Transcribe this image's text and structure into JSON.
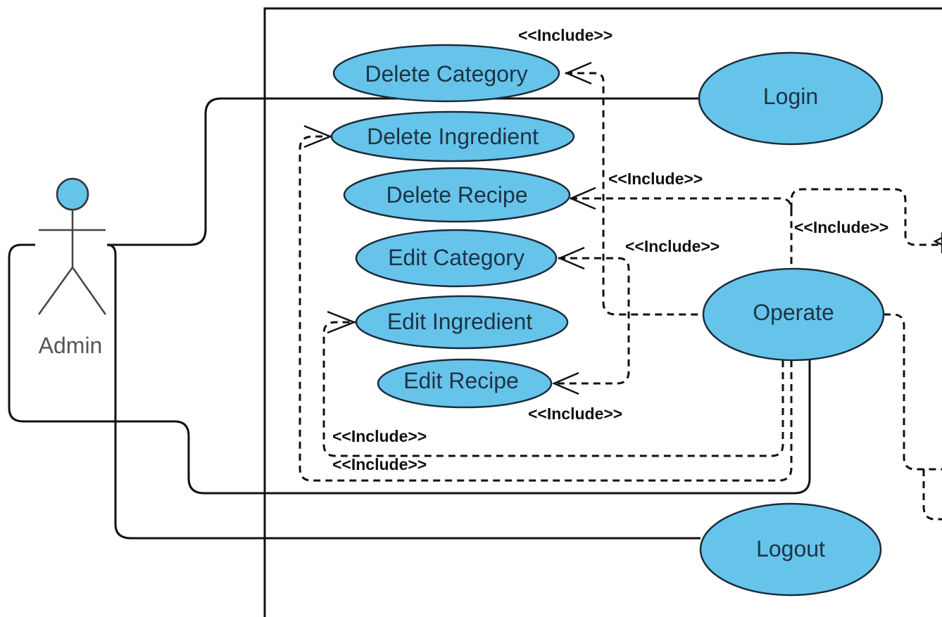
{
  "actor": {
    "label": "Admin"
  },
  "use_cases": {
    "delete_category": "Delete Category",
    "delete_ingredient": "Delete Ingredient",
    "delete_recipe": "Delete Recipe",
    "edit_category": "Edit Category",
    "edit_ingredient": "Edit Ingredient",
    "edit_recipe": "Edit Recipe",
    "login": "Login",
    "operate": "Operate",
    "logout": "Logout"
  },
  "relations": {
    "include_delete_category": "<<Include>>",
    "include_delete_recipe": "<<Include>>",
    "include_edit_category": "<<Include>>",
    "include_edit_recipe": "<<Include>>",
    "include_edit_ingredient": "<<Include>>",
    "include_delete_ingredient": "<<Include>>",
    "include_right": "<<Include>>"
  },
  "colors": {
    "use_case_fill": "#66c4eb",
    "actor_head_fill": "#66c4eb"
  }
}
